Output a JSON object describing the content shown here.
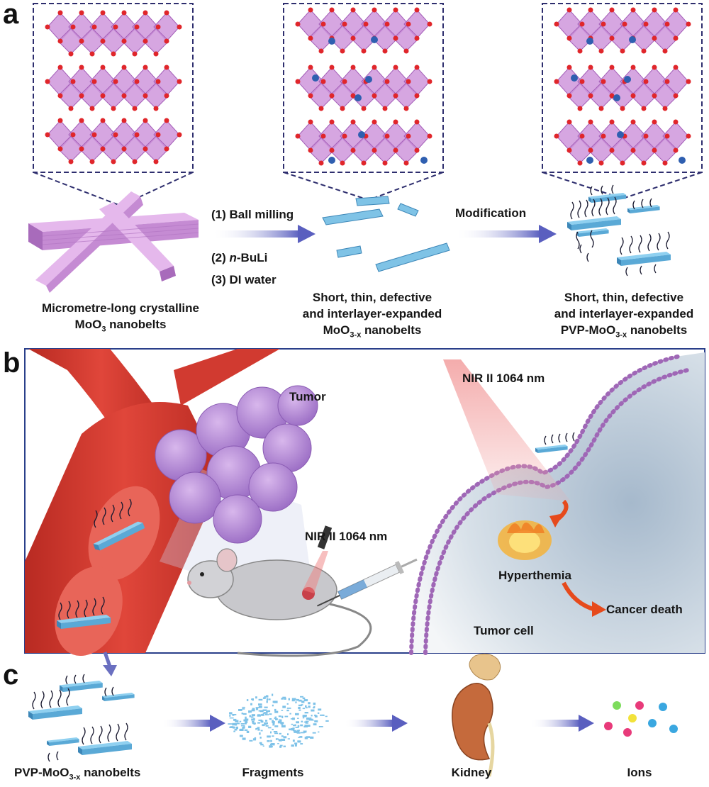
{
  "panels": {
    "a": "a",
    "b": "b",
    "c": "c"
  },
  "panel_a": {
    "steps": {
      "s1": "(1) Ball milling",
      "s2_prefix": "(2) ",
      "s2_italic": "n",
      "s2_suffix": "-BuLi",
      "s3": "(3) DI water"
    },
    "modification": "Modification",
    "label1": {
      "line1": "Micrometre-long crystalline",
      "line2_main": "MoO",
      "line2_sub": "3",
      "line2_tail": " nanobelts"
    },
    "label2": {
      "line1": "Short, thin, defective",
      "line2": "and interlayer-expanded",
      "line3_main": "MoO",
      "line3_sub": "3-x",
      "line3_tail": " nanobelts"
    },
    "label3": {
      "line1": "Short, thin, defective",
      "line2": "and interlayer-expanded",
      "line3_main": "PVP-MoO",
      "line3_sub": "3-x",
      "line3_tail": " nanobelts"
    }
  },
  "panel_b": {
    "tumor": "Tumor",
    "nir_left": "NIR II 1064 nm",
    "nir_right": "NIR II 1064 nm",
    "hyperthermia": "Hyperthemia",
    "cancer_death": "Cancer death",
    "tumor_cell": "Tumor cell"
  },
  "panel_c": {
    "nanobelts": {
      "main": "PVP-MoO",
      "sub": "3-x",
      "tail": " nanobelts"
    },
    "fragments": "Fragments",
    "kidney": "Kidney",
    "ions": "Ions"
  },
  "colors": {
    "octahedra": "#c98bd6",
    "oxygen": "#e0262b",
    "nanobelt": "#5aa9d6",
    "vessel": "#d9362c",
    "arrow": "#6a6fc0",
    "cell": "#b9c9d6",
    "frame": "#2a3f8a"
  }
}
